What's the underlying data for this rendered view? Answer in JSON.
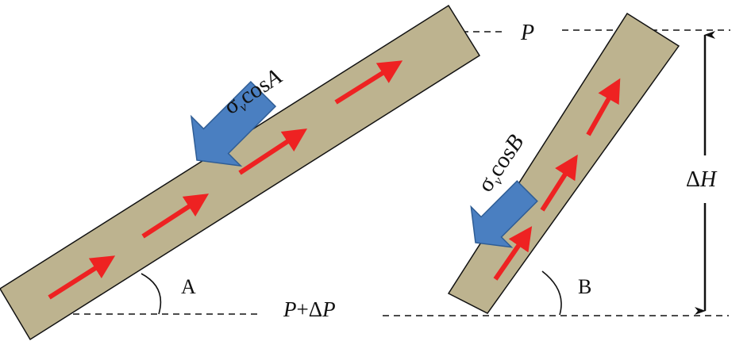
{
  "colors": {
    "fracture_fill": "#bdb38f",
    "fracture_stroke": "#111111",
    "flow_arrow": "#ee2222",
    "stress_arrow": "#4a7fc1",
    "stress_arrow_stroke": "#2f5d95",
    "line": "#111111"
  },
  "icons": {
    "flow": "red-flow-arrow-icon",
    "stress": "blue-stress-arrow-icon"
  },
  "labels": {
    "pressure_top": "P",
    "pressure_bottom_p": "P",
    "pressure_bottom_op": "+Δ",
    "pressure_bottom_p2": "P",
    "height_delta": "Δ",
    "height_h": "H",
    "angle_a": "A",
    "angle_b": "B",
    "stress_a_sigma": "σ",
    "stress_a_sub": "v",
    "stress_a_cos": "cos",
    "stress_a_angle": "A",
    "stress_b_sigma": "σ",
    "stress_b_sub": "v",
    "stress_b_cos": "cos",
    "stress_b_angle": "B"
  }
}
